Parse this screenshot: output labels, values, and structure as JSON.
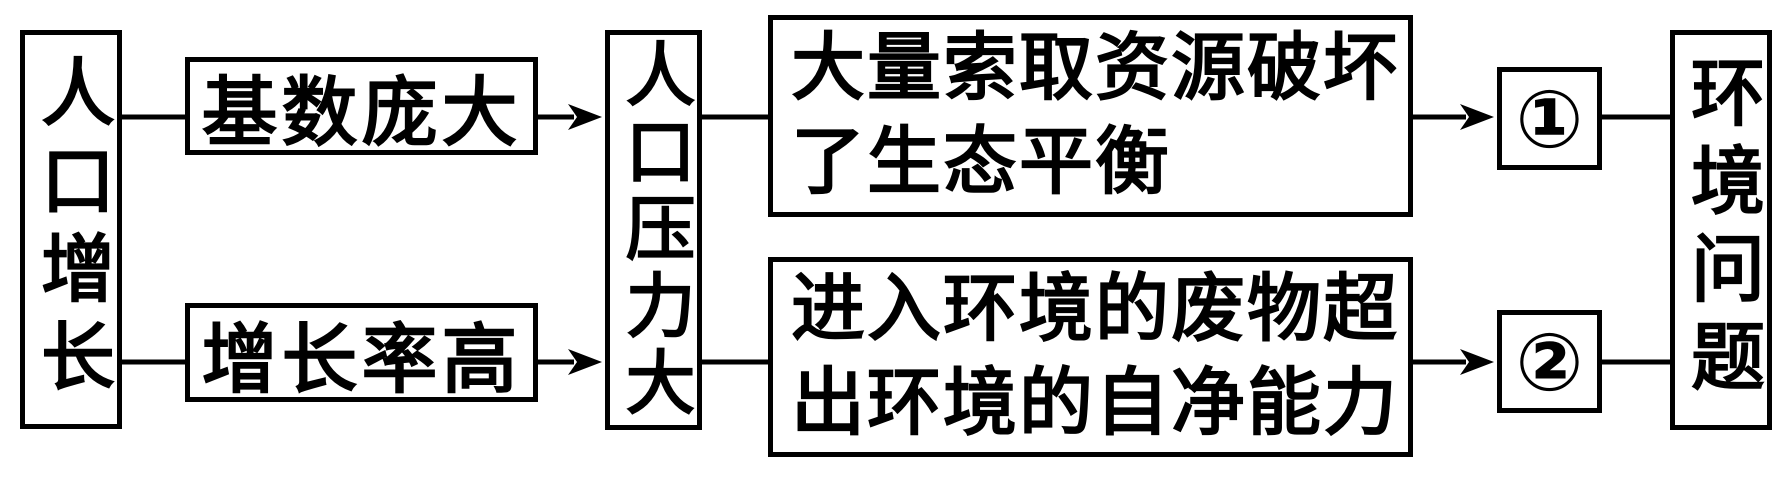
{
  "diagram": {
    "colors": {
      "ink": "#000000",
      "background": "#ffffff",
      "box_fill": "#ffffff"
    },
    "nodes": {
      "population_growth": {
        "text": "人口增长"
      },
      "base_large": {
        "text": "基数庞大"
      },
      "growth_rate_high": {
        "text": "增长率高"
      },
      "population_pressure": {
        "text": "人口压力大"
      },
      "resource_damage": {
        "lines": [
          "大量索取资源破坏",
          "了生态平衡"
        ]
      },
      "waste_exceeds": {
        "lines": [
          "进入环境的废物超",
          "出环境的自净能力"
        ]
      },
      "marker_1": {
        "text": "①"
      },
      "marker_2": {
        "text": "②"
      },
      "environment_problem": {
        "text": "环境问题"
      }
    },
    "edges": [
      {
        "from": "population_growth",
        "to": "base_large",
        "arrow": false
      },
      {
        "from": "population_growth",
        "to": "growth_rate_high",
        "arrow": false
      },
      {
        "from": "base_large",
        "to": "population_pressure",
        "arrow": true
      },
      {
        "from": "growth_rate_high",
        "to": "population_pressure",
        "arrow": true
      },
      {
        "from": "population_pressure",
        "to": "resource_damage",
        "arrow": false
      },
      {
        "from": "population_pressure",
        "to": "waste_exceeds",
        "arrow": false
      },
      {
        "from": "resource_damage",
        "to": "marker_1",
        "arrow": true
      },
      {
        "from": "waste_exceeds",
        "to": "marker_2",
        "arrow": true
      },
      {
        "from": "marker_1",
        "to": "environment_problem",
        "arrow": false
      },
      {
        "from": "marker_2",
        "to": "environment_problem",
        "arrow": false
      }
    ]
  }
}
